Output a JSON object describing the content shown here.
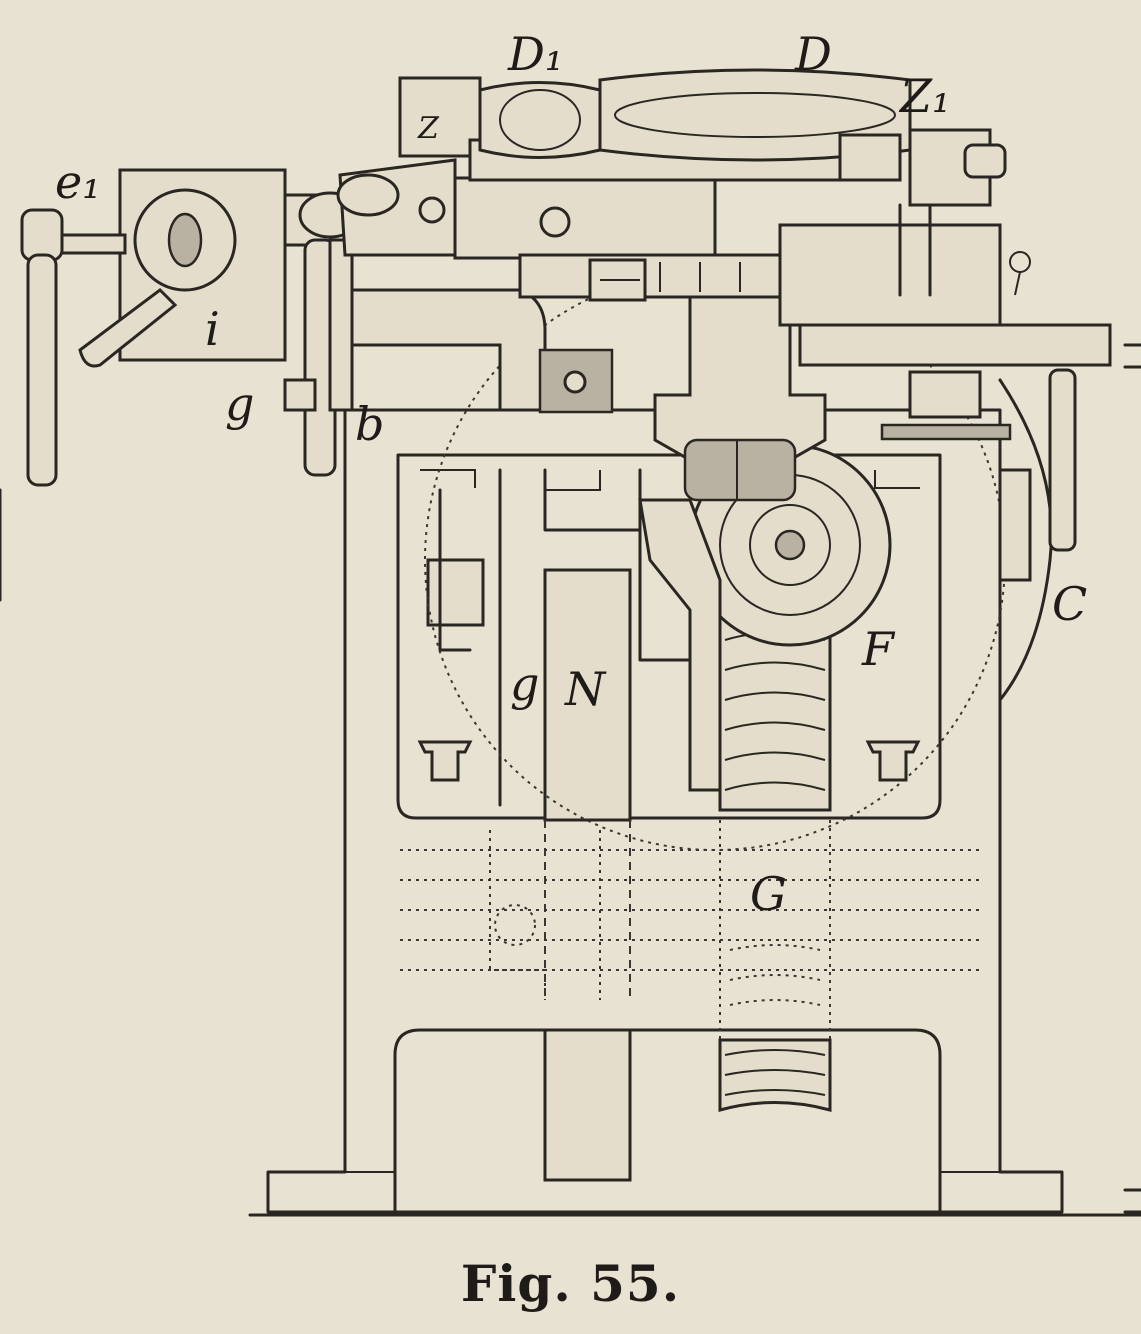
{
  "caption": "Fig. 55.",
  "labels": {
    "D1": "D₁",
    "D": "D",
    "Z": "Z",
    "Z1": "Z₁",
    "e1": "e₁",
    "i": "i",
    "g": "g",
    "b": "b",
    "C": "C",
    "F": "F",
    "N": "N",
    "G": "G"
  }
}
